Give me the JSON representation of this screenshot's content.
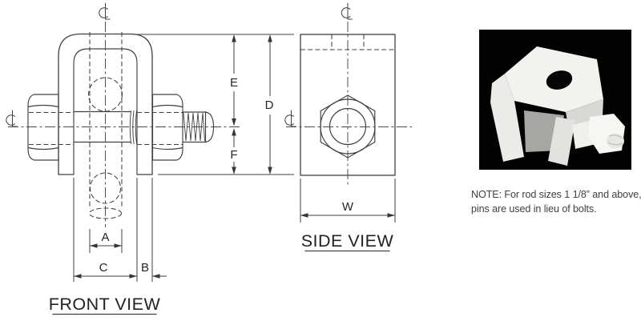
{
  "front_view": {
    "title": "FRONT VIEW",
    "dim_a": "A",
    "dim_b": "B",
    "dim_c": "C",
    "dim_d": "D",
    "dim_e": "E",
    "dim_f": "F"
  },
  "side_view": {
    "title": "SIDE VIEW",
    "dim_w": "W"
  },
  "note": {
    "line1": "NOTE: For rod sizes 1 1/8” and above,",
    "line2": "pins are used in lieu of bolts."
  },
  "colors": {
    "drawing_line": "#404040",
    "text": "#262626",
    "note_text": "#414042",
    "photo_background": "#000000",
    "part_fill": "#f2f2ef"
  }
}
